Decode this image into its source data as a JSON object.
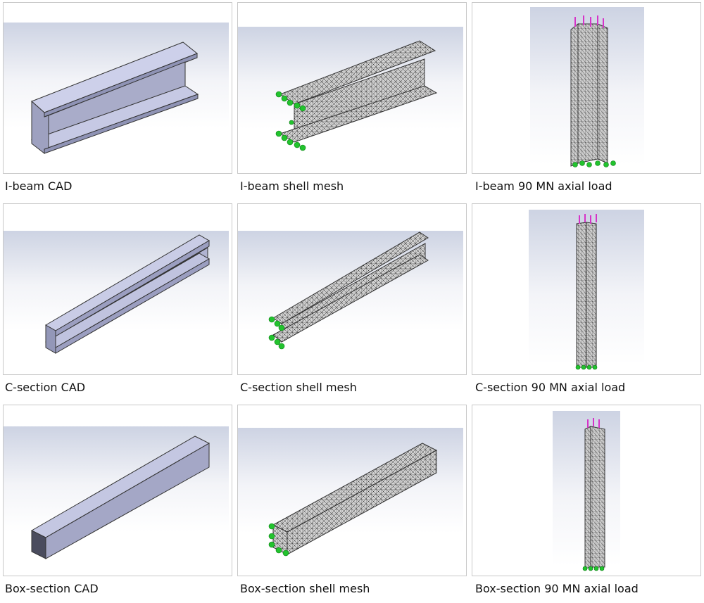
{
  "panels": [
    {
      "caption": "I-beam CAD"
    },
    {
      "caption": "I-beam shell mesh"
    },
    {
      "caption": "I-beam 90 MN axial load"
    },
    {
      "caption": "C-section CAD"
    },
    {
      "caption": "C-section shell mesh"
    },
    {
      "caption": "C-section 90 MN axial load"
    },
    {
      "caption": "Box-section CAD"
    },
    {
      "caption": "Box-section shell mesh"
    },
    {
      "caption": "Box-section 90 MN axial load"
    }
  ],
  "colors": {
    "cad_fill": "#b3b6d6",
    "mesh_fill": "#d2d2d2",
    "fixture": "#22c32e",
    "load": "#d633c8",
    "background_gradient_top": "#cdd3e3"
  }
}
